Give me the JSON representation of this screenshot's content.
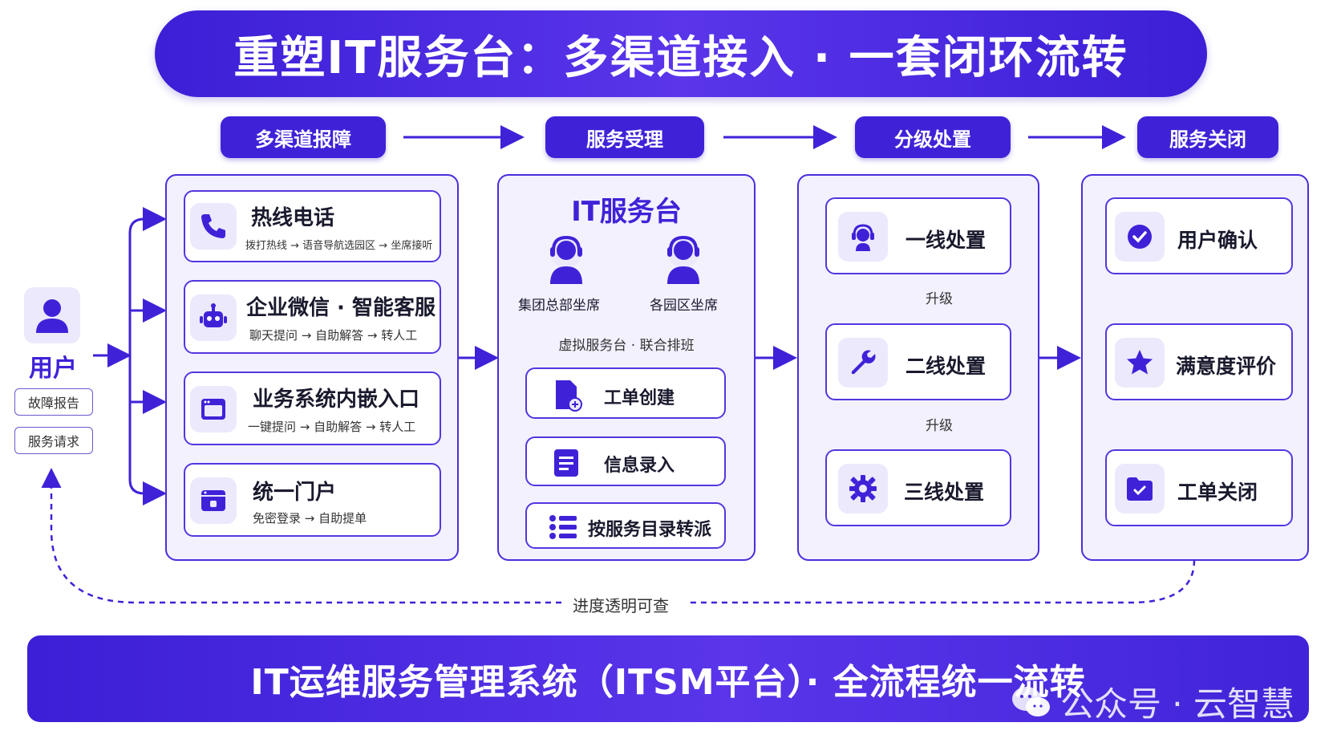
{
  "title": "重塑IT服务台：多渠道接入 · 一套闭环流转",
  "stages": [
    "多渠道报障",
    "服务受理",
    "分级处置",
    "服务关闭"
  ],
  "user": {
    "label": "用户",
    "tags": [
      "故障报告",
      "服务请求"
    ]
  },
  "channels": [
    {
      "title": "热线电话",
      "sub": "拨打热线 → 语音导航选园区 → 坐席接听",
      "icon": "phone-icon"
    },
    {
      "title": "企业微信 · 智能客服",
      "sub": "聊天提问 → 自助解答 → 转人工",
      "icon": "robot-icon"
    },
    {
      "title": "业务系统内嵌入口",
      "sub": "一键提问 → 自助解答 → 转人工",
      "icon": "window-icon"
    },
    {
      "title": "统一门户",
      "sub": "免密登录 → 自助提单",
      "icon": "portal-icon"
    }
  ],
  "servicedesk": {
    "title": "IT服务台",
    "agents": [
      "集团总部坐席",
      "各园区坐席"
    ],
    "virtual": "虚拟服务台 · 联合排班",
    "steps": [
      {
        "label": "工单创建",
        "icon": "doc-add-icon"
      },
      {
        "label": "信息录入",
        "icon": "form-icon"
      },
      {
        "label": "按服务目录转派",
        "icon": "list-icon"
      }
    ]
  },
  "tiers": {
    "items": [
      {
        "label": "一线处置",
        "icon": "headset-icon"
      },
      {
        "label": "二线处置",
        "icon": "wrench-icon"
      },
      {
        "label": "三线处置",
        "icon": "gear-icon"
      }
    ],
    "escalate": "升级"
  },
  "closing": [
    {
      "label": "用户确认",
      "icon": "check-circle-icon"
    },
    {
      "label": "满意度评价",
      "icon": "star-icon"
    },
    {
      "label": "工单关闭",
      "icon": "folder-check-icon"
    }
  ],
  "feedback": "进度透明可查",
  "footer": "IT运维服务管理系统（ITSM平台）· 全流程统一流转",
  "watermark": "公众号 · 云智慧",
  "colors": {
    "primary": "#3f22d8",
    "panel_bg": "#f3f1fe",
    "icon_bg": "#ece9fd"
  }
}
